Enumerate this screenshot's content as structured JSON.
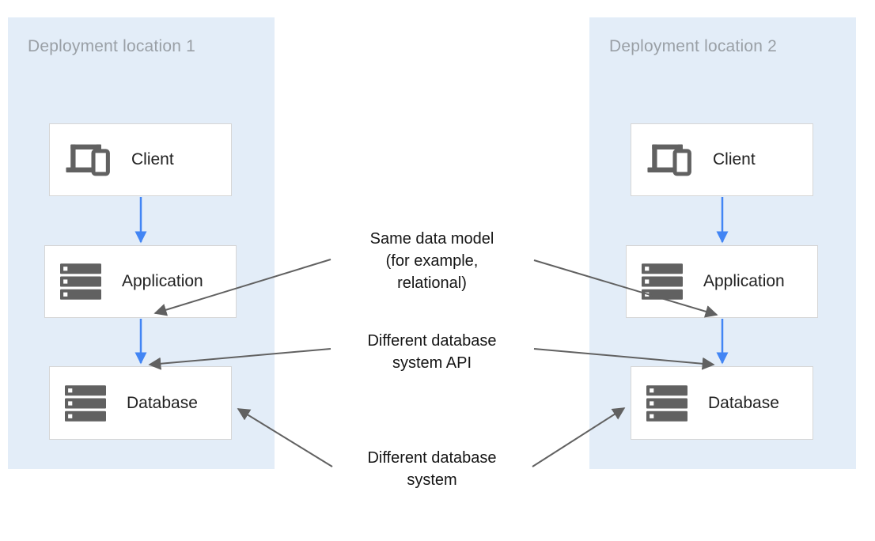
{
  "panels": [
    {
      "title": "Deployment location 1",
      "nodes": [
        {
          "label": "Client",
          "icon": "devices-icon"
        },
        {
          "label": "Application",
          "icon": "servers-icon"
        },
        {
          "label": "Database",
          "icon": "servers-icon"
        }
      ]
    },
    {
      "title": "Deployment location 2",
      "nodes": [
        {
          "label": "Client",
          "icon": "devices-icon"
        },
        {
          "label": "Application",
          "icon": "servers-icon"
        },
        {
          "label": "Database",
          "icon": "servers-icon"
        }
      ]
    }
  ],
  "annotations": [
    {
      "lines": [
        "Same data model",
        "(for example,",
        "relational)"
      ]
    },
    {
      "lines": [
        "Different database",
        "system API"
      ]
    },
    {
      "lines": [
        "Different database",
        "system"
      ]
    }
  ],
  "edges": [
    {
      "panel": "Deployment location 1",
      "from": "Client",
      "to": "Application",
      "style": "flow"
    },
    {
      "panel": "Deployment location 1",
      "from": "Application",
      "to": "Database",
      "style": "flow"
    },
    {
      "panel": "Deployment location 2",
      "from": "Client",
      "to": "Application",
      "style": "flow"
    },
    {
      "panel": "Deployment location 2",
      "from": "Application",
      "to": "Database",
      "style": "flow"
    },
    {
      "from": "Same data model (for example, relational)",
      "to": "Application/Database link (location 1)",
      "style": "callout"
    },
    {
      "from": "Same data model (for example, relational)",
      "to": "Application/Database link (location 2)",
      "style": "callout"
    },
    {
      "from": "Different database system API",
      "to": "Database (location 1)",
      "style": "callout"
    },
    {
      "from": "Different database system API",
      "to": "Database (location 2)",
      "style": "callout"
    },
    {
      "from": "Different database system",
      "to": "Database (location 1)",
      "style": "callout"
    },
    {
      "from": "Different database system",
      "to": "Database (location 2)",
      "style": "callout"
    }
  ],
  "colors": {
    "panel_background": "#e3edf8",
    "panel_title": "#9aa0a6",
    "node_background": "#ffffff",
    "node_border": "#d6d6d6",
    "node_label": "#212121",
    "icon_gray": "#616161",
    "flow_arrow_blue": "#4285f4",
    "callout_arrow_gray": "#616161",
    "annotation_text": "#151515"
  }
}
